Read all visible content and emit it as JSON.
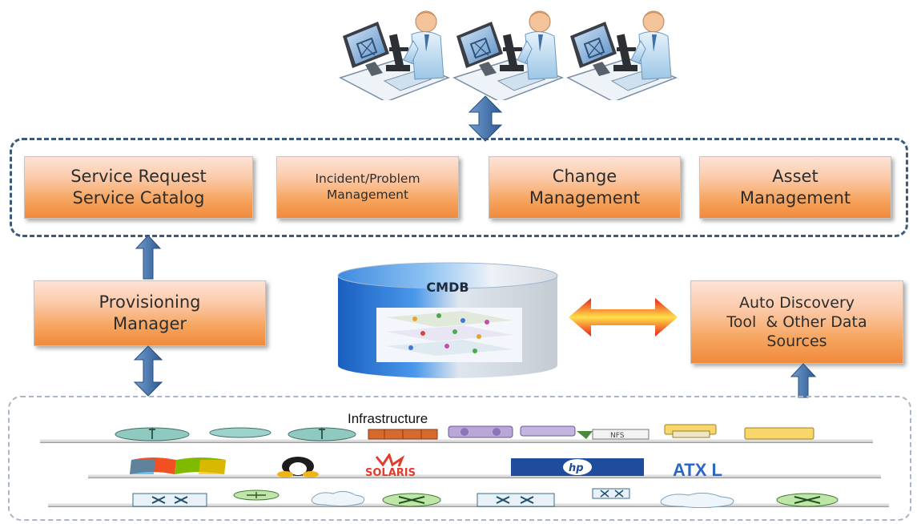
{
  "modules": [
    {
      "line1": "Service Request",
      "line2": "Service Catalog"
    },
    {
      "line1": "Incident/Problem",
      "line2": "Management"
    },
    {
      "line1": "Change",
      "line2": "Management"
    },
    {
      "line1": "Asset",
      "line2": "Management"
    }
  ],
  "provisioning": {
    "line1": "Provisioning",
    "line2": "Manager"
  },
  "cmdb": {
    "label": "CMDB"
  },
  "discovery": {
    "line1": "Auto Discovery",
    "line2": "Tool  & Other Data",
    "line3": "Sources"
  },
  "infrastructure": {
    "label": "Infrastructure"
  },
  "logos": {
    "hp": "hp",
    "atxl": "ATX L",
    "solaris": "SOLARIS"
  },
  "storage_labels": {
    "nfs": "NFS"
  },
  "icons": [
    "user-workstation-icon",
    "up-down-arrow-icon",
    "database-cylinder-icon",
    "left-right-arrow-icon",
    "server-icon",
    "switch-icon",
    "router-icon",
    "cloud-icon"
  ],
  "colors": {
    "module_top": "#fde3d6",
    "module_bottom": "#f08a3c",
    "dash_frame": "#3c5a7d",
    "blue_arrow": "#3f6fa8",
    "cmdb_blue": "#2f78d8",
    "arrow_red": "#e8201a",
    "arrow_yellow": "#ffe04a"
  }
}
